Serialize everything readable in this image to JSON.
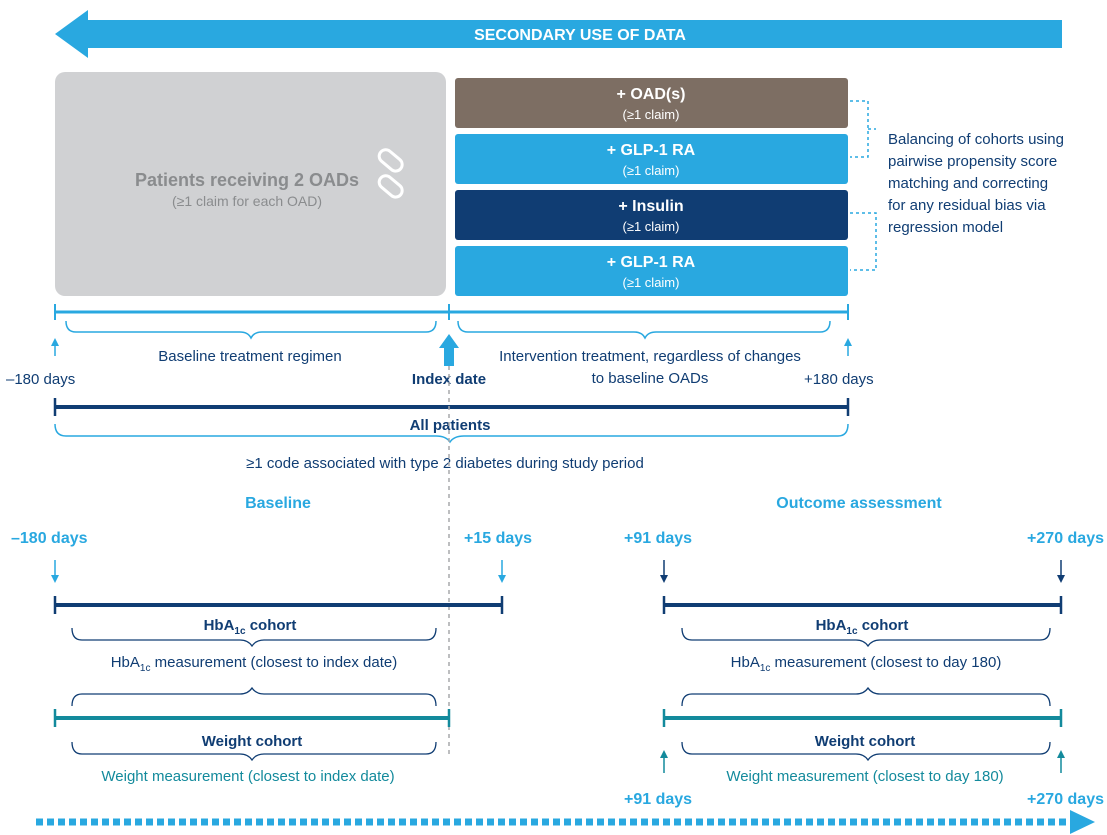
{
  "banner": {
    "label": "SECONDARY USE OF DATA"
  },
  "baseline_box": {
    "title": "Patients receiving 2 OADs",
    "subtitle": "(≥1 claim for each OAD)"
  },
  "cohort_boxes": [
    {
      "label": "+ OAD(s)",
      "sub": "(≥1 claim)",
      "color": "#7d6e63"
    },
    {
      "label": "+ GLP-1 RA",
      "sub": "(≥1 claim)",
      "color": "#29a8e0"
    },
    {
      "label": "+ Insulin",
      "sub": "(≥1 claim)",
      "color": "#103d73"
    },
    {
      "label": "+ GLP-1 RA",
      "sub": "(≥1 claim)",
      "color": "#29a8e0"
    }
  ],
  "balancing_note": [
    "Balancing of cohorts using",
    "pairwise propensity score",
    "matching and correcting",
    "for any residual bias via",
    "regression model"
  ],
  "timeline": {
    "baseline_regimen": "Baseline treatment regimen",
    "intervention_line1": "Intervention treatment, regardless of changes",
    "intervention_line2": "to baseline OADs",
    "start": "–180 days",
    "index": "Index date",
    "end": "+180 days",
    "all_patients": "All patients",
    "code_note": "≥1 code associated with type 2 diabetes during study period"
  },
  "baseline_section": {
    "heading": "Baseline",
    "start": "–180 days",
    "end": "+15 days",
    "hba1c_cohort_prefix": "HbA",
    "hba1c_cohort_sub": "1c",
    "hba1c_cohort_suffix": " cohort",
    "hba1c_meas_prefix": "HbA",
    "hba1c_meas_sub": "1c",
    "hba1c_meas_suffix": " measurement (closest to index date)",
    "weight_cohort": "Weight cohort",
    "weight_meas": "Weight measurement (closest to index date)"
  },
  "outcome_section": {
    "heading": "Outcome assessment",
    "start": "+91 days",
    "end": "+270 days",
    "hba1c_cohort_prefix": "HbA",
    "hba1c_cohort_sub": "1c",
    "hba1c_cohort_suffix": " cohort",
    "hba1c_meas_prefix": "HbA",
    "hba1c_meas_sub": "1c",
    "hba1c_meas_suffix": " measurement (closest to day 180)",
    "weight_cohort": "Weight cohort",
    "weight_meas": "Weight measurement (closest to day 180)",
    "weight_start": "+91 days",
    "weight_end": "+270 days"
  },
  "colors": {
    "light_blue": "#29a8e0",
    "navy": "#103d73",
    "teal": "#138a9c",
    "gray_box": "#d0d1d3",
    "gray_text": "#8a8c8e",
    "brown": "#7d6e63"
  }
}
